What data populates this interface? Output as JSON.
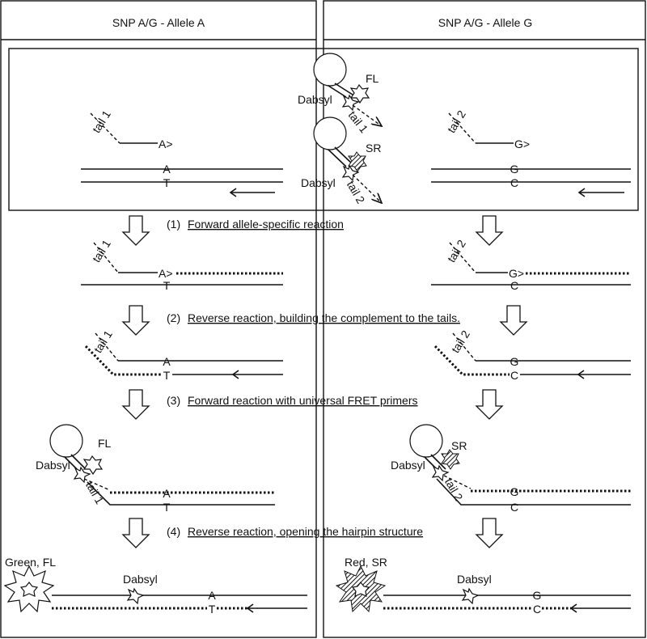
{
  "header": {
    "left_title": "SNP A/G - Allele A",
    "right_title": "SNP A/G - Allele G"
  },
  "labels": {
    "tail1": "tail 1",
    "tail2": "tail 2",
    "allele_a_primer": "A>",
    "allele_g_primer": "G>",
    "base_a": "A",
    "base_t": "T",
    "base_g": "G",
    "base_c": "C",
    "fl": "FL",
    "sr": "SR",
    "dabsyl": "Dabsyl",
    "green_fl": "Green, FL",
    "red_sr": "Red, SR"
  },
  "steps": [
    "(1) Forward allele-specific reaction",
    "(2) Reverse reaction, building the complement to the tails.",
    "(3) Forward reaction with universal FRET primers",
    "(4) Reverse reaction, opening the hairpin structure"
  ],
  "steps_prefix": [
    "(1)",
    "(2)",
    "(3)",
    "(4)"
  ],
  "steps_text": [
    "Forward allele-specific reaction",
    "Reverse reaction, building the complement to the tails.",
    "Forward reaction with universal FRET primers",
    "Reverse reaction, opening the hairpin structure"
  ]
}
